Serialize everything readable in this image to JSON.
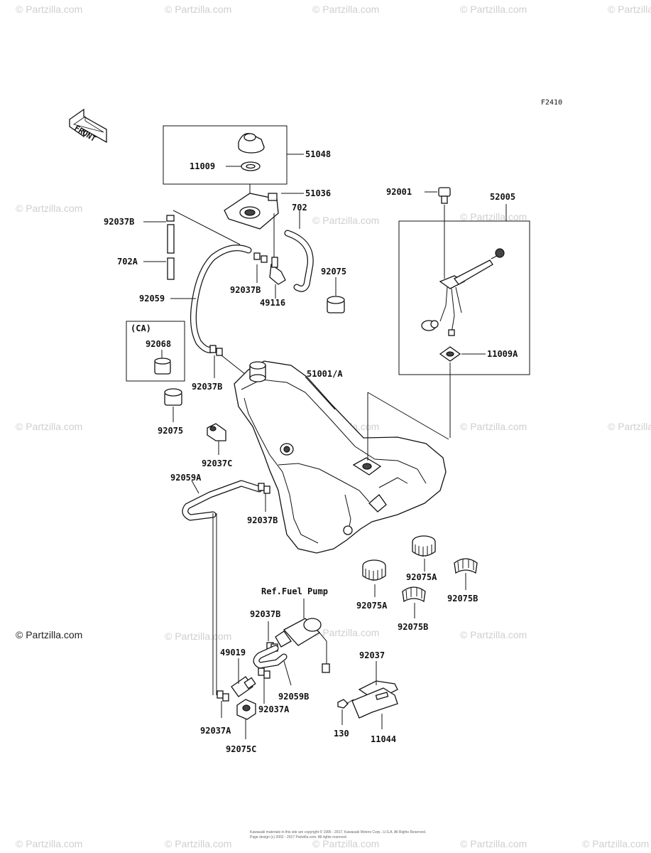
{
  "figure_code": "F2410",
  "front_label": "FRONT",
  "watermark": "© Partzilla.com",
  "watermark_prominent": "© Partzilla.com",
  "ref_note": "Ref.Fuel Pump",
  "ca_label": "(CA)",
  "footer_line1": "Kawasaki materials in this site are copyright © 1995 - 2017, Kawasaki Motors Corp., U.S.A. All Rights Reserved.",
  "footer_line2": "Page design (c) 2002 - 2017 Partzilla.com. All rights reserved.",
  "parts": {
    "p51048": "51048",
    "p11009": "11009",
    "p51036": "51036",
    "p702": "702",
    "p92037B_a": "92037B",
    "p702A": "702A",
    "p92037B_b": "92037B",
    "p49116": "49116",
    "p92075_a": "92075",
    "p92059": "92059",
    "p92068": "92068",
    "p92037B_c": "92037B",
    "p92075_b": "92075",
    "p92037C": "92037C",
    "p51001A": "51001/A",
    "p92001": "92001",
    "p52005": "52005",
    "p11009A": "11009A",
    "p92059A": "92059A",
    "p92037B_d": "92037B",
    "p92075A_a": "92075A",
    "p92075A_b": "92075A",
    "p92075B_a": "92075B",
    "p92075B_b": "92075B",
    "p92037B_e": "92037B",
    "p49019": "49019",
    "p92059B": "92059B",
    "p92037A_a": "92037A",
    "p92037A_b": "92037A",
    "p92075C": "92075C",
    "p92037": "92037",
    "p130": "130",
    "p11044": "11044"
  }
}
